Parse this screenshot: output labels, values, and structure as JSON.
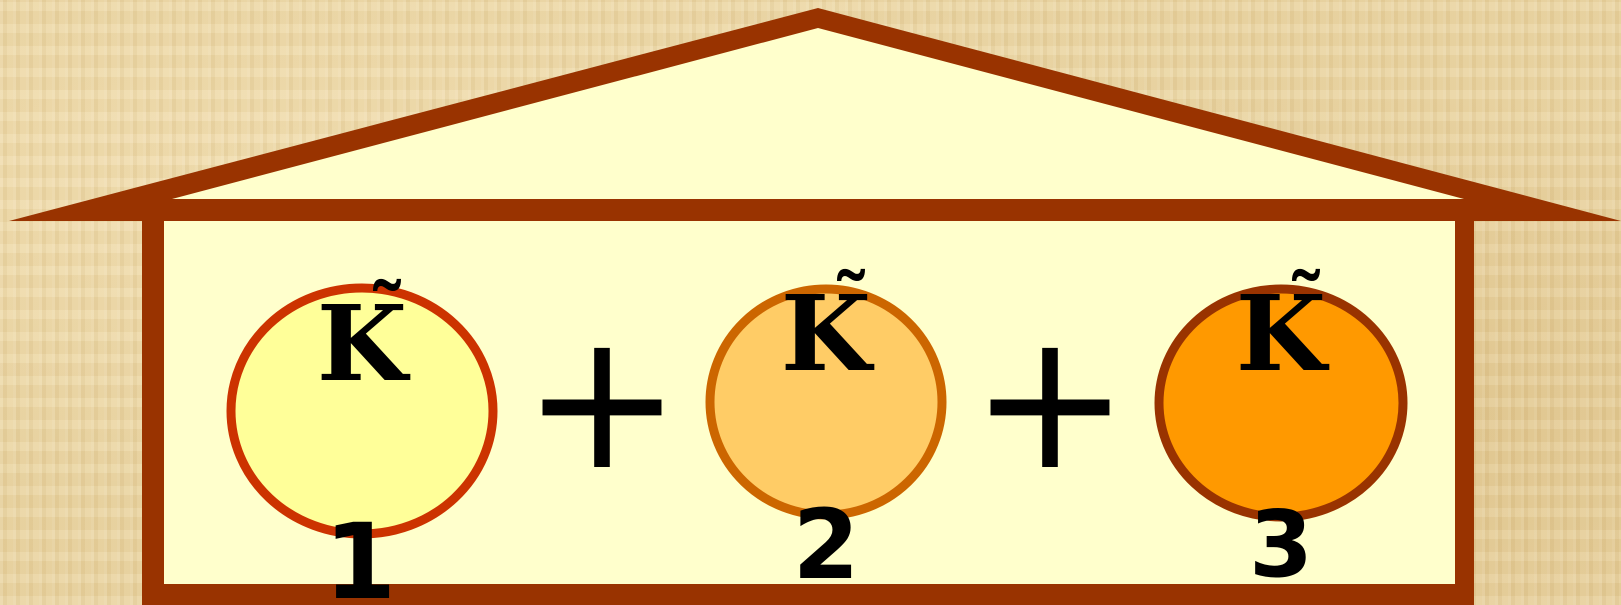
{
  "diagram": {
    "colors": {
      "frame": "#993300",
      "house_fill": "#ffffcc",
      "circle_1_fill": "#ffff99",
      "circle_1_stroke": "#cc3300",
      "circle_2_fill": "#ffcc66",
      "circle_2_stroke": "#cc6600",
      "circle_3_fill": "#ff9900",
      "circle_3_stroke": "#993300"
    },
    "terms": [
      {
        "letter": "K",
        "accent": "˜",
        "number": "1"
      },
      {
        "letter": "K",
        "accent": "˜",
        "number": "2"
      },
      {
        "letter": "K",
        "accent": "˜",
        "number": "3"
      }
    ],
    "operators": [
      "+",
      "+"
    ]
  }
}
